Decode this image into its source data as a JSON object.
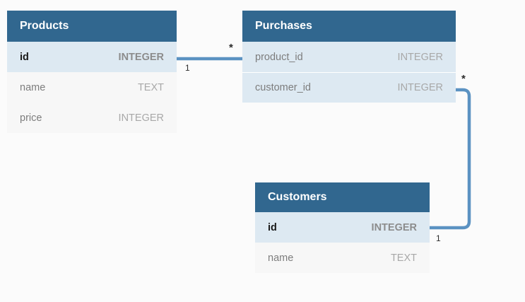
{
  "diagram": {
    "type": "entity-relationship-diagram",
    "background_color": "#fbfbfb",
    "header_color": "#31678f",
    "key_row_color": "#dde9f2",
    "row_color": "#f7f7f7",
    "connector_color": "#5b92c2"
  },
  "tables": [
    {
      "id": "products",
      "title": "Products",
      "columns": [
        {
          "name": "id",
          "type": "INTEGER",
          "key": true,
          "primary": true
        },
        {
          "name": "name",
          "type": "TEXT",
          "key": false,
          "primary": false
        },
        {
          "name": "price",
          "type": "INTEGER",
          "key": false,
          "primary": false
        }
      ]
    },
    {
      "id": "purchases",
      "title": "Purchases",
      "columns": [
        {
          "name": "product_id",
          "type": "INTEGER",
          "key": true,
          "primary": false
        },
        {
          "name": "customer_id",
          "type": "INTEGER",
          "key": true,
          "primary": false
        }
      ]
    },
    {
      "id": "customers",
      "title": "Customers",
      "columns": [
        {
          "name": "id",
          "type": "INTEGER",
          "key": true,
          "primary": true
        },
        {
          "name": "name",
          "type": "TEXT",
          "key": false,
          "primary": false
        }
      ]
    }
  ],
  "relationships": [
    {
      "id": "products-purchases",
      "from_table": "Products",
      "from_column": "id",
      "to_table": "Purchases",
      "to_column": "product_id",
      "from_cardinality": "1",
      "to_cardinality": "*"
    },
    {
      "id": "purchases-customers",
      "from_table": "Purchases",
      "from_column": "customer_id",
      "to_table": "Customers",
      "to_column": "id",
      "from_cardinality": "*",
      "to_cardinality": "1"
    }
  ]
}
